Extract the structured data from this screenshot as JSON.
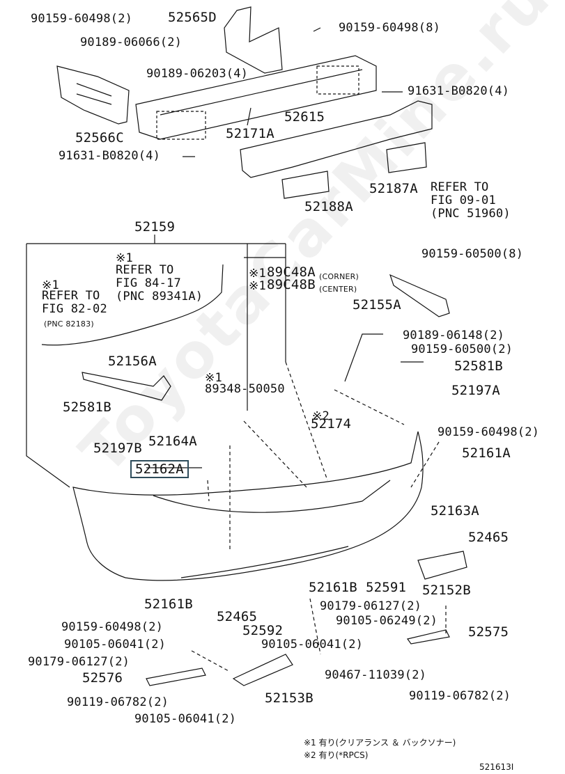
{
  "diagram_id": "521613I",
  "watermark": "ToyotaCarMine.ru",
  "labels": {
    "l01": "90159-60498(2)",
    "l02": "52565D",
    "l03": "90159-60498(8)",
    "l04": "90189-06066(2)",
    "l05": "90189-06203(4)",
    "l06": "91631-B0820(4)",
    "l07": "52615",
    "l08": "52566C",
    "l09": "52171A",
    "l10": "91631-B0820(4)",
    "l11": "52187A",
    "l12a": "REFER TO",
    "l12b": "FIG 09-01",
    "l12c": "(PNC 51960)",
    "l13": "52188A",
    "l14": "52159",
    "l15": "90159-60500(8)",
    "l16a": "※1",
    "l16b": "REFER TO",
    "l16c": "FIG 84-17",
    "l16d": "(PNC 89341A)",
    "l17a": "※1",
    "l17b": "89C48A",
    "l17c": "(CORNER)",
    "l18a": "※1",
    "l18b": "89C48B",
    "l18c": "(CENTER)",
    "l19a": "※1",
    "l19b": "REFER TO",
    "l19c": "FIG 82-02",
    "l19d": "(PNC 82183)",
    "l20": "52155A",
    "l21": "52156A",
    "l22": "90189-06148(2)",
    "l23": "90159-60500(2)",
    "l24": "52581B",
    "l25a": "※1",
    "l25b": "89348-50050",
    "l26": "52197A",
    "l27": "52581B",
    "l28": "90159-60498(2)",
    "l29a": "※2",
    "l29b": "52174",
    "l30": "52164A",
    "l31": "52197B",
    "l32": "52161A",
    "l33": "52162A",
    "l34": "52163A",
    "l35": "52465",
    "l36": "52161B",
    "l37": "52591",
    "l38": "52152B",
    "l39": "52161B",
    "l40": "90179-06127(2)",
    "l41": "52465",
    "l42": "90105-06249(2)",
    "l43": "90159-60498(2)",
    "l44": "52592",
    "l45": "52575",
    "l46": "90105-06041(2)",
    "l47": "90105-06041(2)",
    "l48": "90179-06127(2)",
    "l49": "90467-11039(2)",
    "l50": "52576",
    "l51": "52153B",
    "l52": "90119-06782(2)",
    "l53": "90119-06782(2)",
    "l54": "90105-06041(2)"
  },
  "notes": {
    "n1": "※1 有り(クリアランス ＆ バックソナー)",
    "n2": "※2 有り(*RPCS)"
  }
}
